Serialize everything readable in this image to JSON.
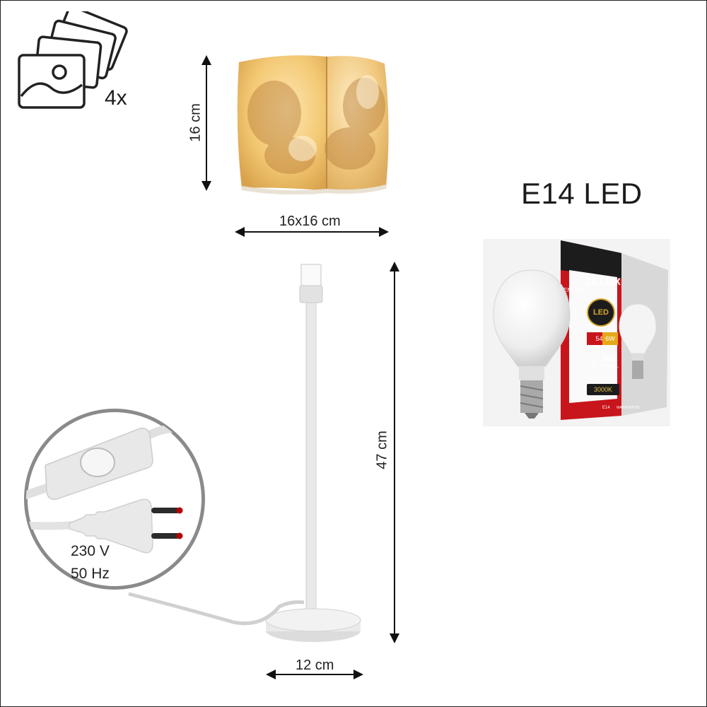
{
  "icons": {
    "photos": "stacked-photos-icon",
    "switch": "inline-switch-icon",
    "plug": "euro-plug-icon"
  },
  "photo_count": "4x",
  "dimensions": {
    "shade_height": "16 cm",
    "shade_width": "16x16 cm",
    "stand_height": "47 cm",
    "base_diameter": "12 cm"
  },
  "bulb": {
    "title": "E14 LED",
    "brand": "ZELUX",
    "energy": "ENERGY",
    "led": "LED",
    "lumen": "540",
    "lumen_unit": "lumen",
    "watt": "6W",
    "watt_led": "6W",
    "led_text": "LED",
    "equal_watt": "40W",
    "normal": "NORMAL",
    "kelvin": "3000K",
    "socket": "E14",
    "tone": "WARM WHITE"
  },
  "power": {
    "voltage": "230 V",
    "frequency": "50 Hz"
  },
  "colors": {
    "shade_glow": "#f3c873",
    "stand": "#e6e6e6",
    "box_red": "#c8151b",
    "box_dark": "#1c1c1c"
  }
}
